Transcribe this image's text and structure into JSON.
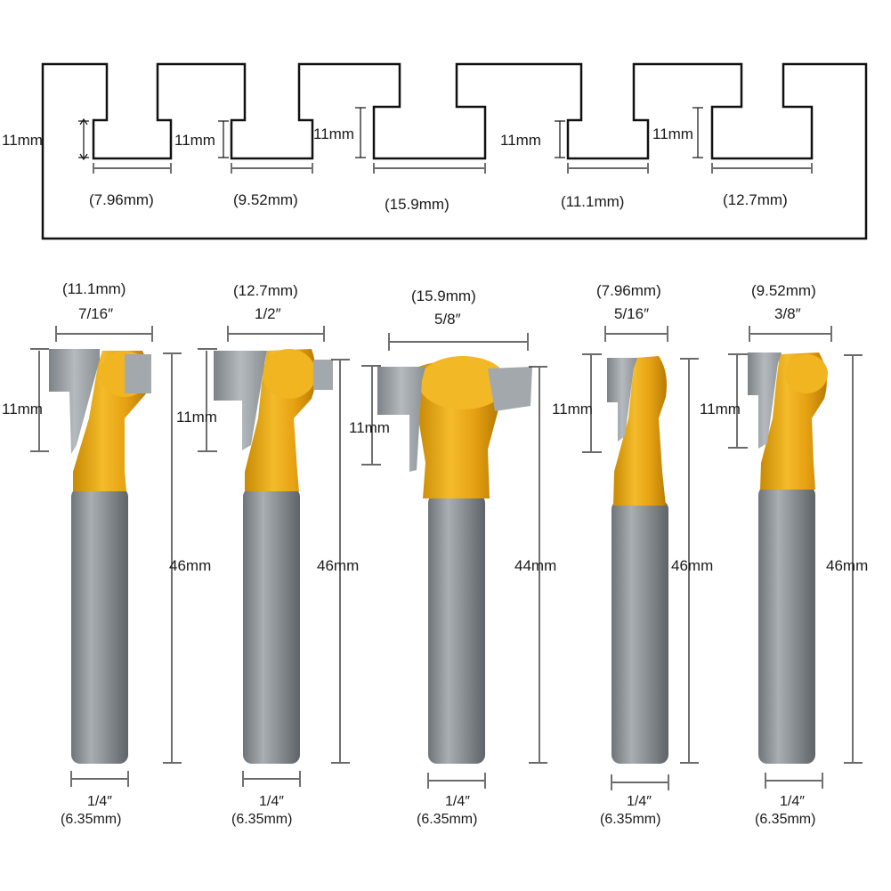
{
  "slot_profile": {
    "slots": [
      {
        "depth": "11mm",
        "width": "(7.96mm)"
      },
      {
        "depth": "11mm",
        "width": "(9.52mm)"
      },
      {
        "depth": "11mm",
        "width": "(15.9mm)"
      },
      {
        "depth": "11mm",
        "width": "(11.1mm)"
      },
      {
        "depth": "11mm",
        "width": "(12.7mm)"
      }
    ]
  },
  "bits": [
    {
      "width_mm": "(11.1mm)",
      "width_in": "7/16″",
      "cut_height": "11mm",
      "length": "46mm",
      "shank_in": "1/4″",
      "shank_mm": "(6.35mm)"
    },
    {
      "width_mm": "(12.7mm)",
      "width_in": "1/2″",
      "cut_height": "11mm",
      "length": "46mm",
      "shank_in": "1/4″",
      "shank_mm": "(6.35mm)"
    },
    {
      "width_mm": "(15.9mm)",
      "width_in": "5/8″",
      "cut_height": "11mm",
      "length": "44mm",
      "shank_in": "1/4″",
      "shank_mm": "(6.35mm)"
    },
    {
      "width_mm": "(7.96mm)",
      "width_in": "5/16″",
      "cut_height": "11mm",
      "length": "46mm",
      "shank_in": "1/4″",
      "shank_mm": "(6.35mm)"
    },
    {
      "width_mm": "(9.52mm)",
      "width_in": "3/8″",
      "cut_height": "11mm",
      "length": "46mm",
      "shank_in": "1/4″",
      "shank_mm": "(6.35mm)"
    }
  ],
  "colors": {
    "carbide": "#9aa0a5",
    "body": "#e7a312",
    "shank": "#8a8f94",
    "line": "#111111"
  }
}
